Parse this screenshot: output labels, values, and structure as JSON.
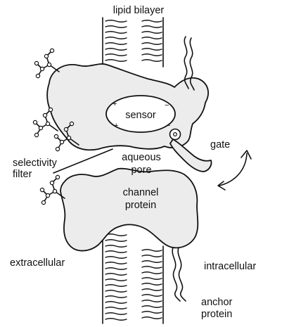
{
  "labels": {
    "lipid_bilayer": "lipid bilayer",
    "sensor": "sensor",
    "gate": "gate",
    "selectivity_line1": "selectivity",
    "selectivity_line2": "filter",
    "aqueous_line1": "aqueous",
    "aqueous_line2": "pore",
    "channel_line1": "channel",
    "channel_line2": "protein",
    "extracellular": "extracellular",
    "intracellular": "intracellular",
    "anchor_line1": "anchor",
    "anchor_line2": "protein"
  },
  "sensor_charges": [
    "+",
    "+",
    "−",
    "−"
  ]
}
